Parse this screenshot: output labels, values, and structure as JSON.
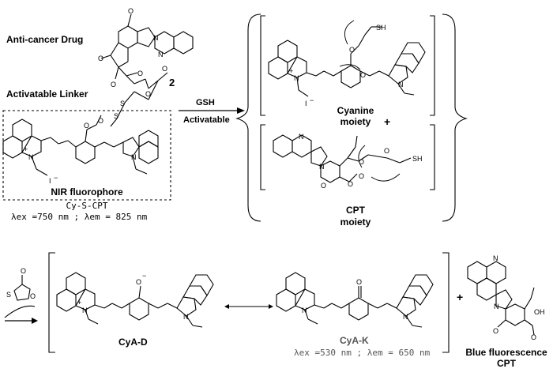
{
  "labels": {
    "anticancer_drug": "Anti-cancer Drug",
    "compound_number": "2",
    "activatable_linker": "Activatable Linker",
    "reagent": "GSH",
    "reagent_sub": "Activatable",
    "nir_fluorophore": "NIR fluorophore",
    "probe_name": "Cy-S-CPT",
    "probe_wavelengths": "λex =750 nm ; λem = 825 nm",
    "cyanine_moiety_1": "Cyanine",
    "cyanine_moiety_2": "moiety",
    "plus_top": "+",
    "cpt_moiety_1": "CPT",
    "cpt_moiety_2": "moiety",
    "cya_d": "CyA-D",
    "cya_k": "CyA-K",
    "cya_k_wavelengths": "λex =530 nm ; λem = 650 nm",
    "plus_bottom": "+",
    "blue_fluorescence_1": "Blue fluorescence",
    "blue_fluorescence_2": "CPT"
  },
  "atoms": {
    "O": "O",
    "N": "N",
    "S": "S",
    "SH": "SH",
    "OH": "OH",
    "I": "I",
    "minus": "−",
    "plus": "+"
  }
}
